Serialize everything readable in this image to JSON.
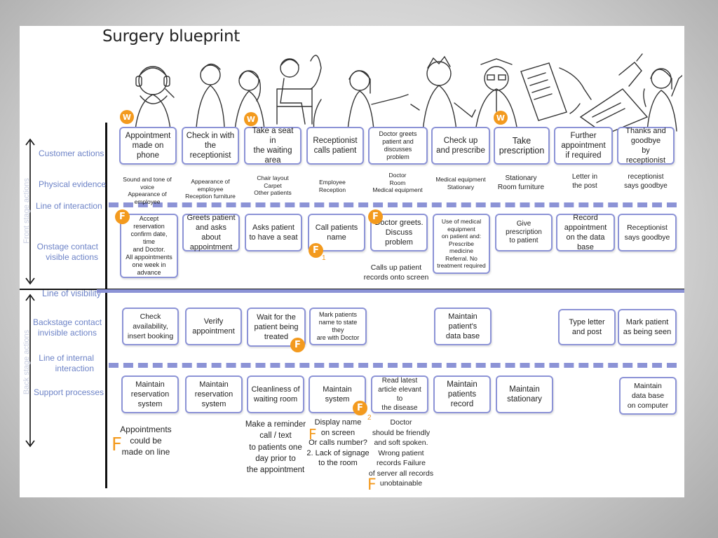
{
  "title": "Surgery blueprint",
  "side": {
    "front_stage": "Front stage actions",
    "back_stage": "Back stage actions",
    "customer_actions": "Customer actions",
    "physical_evidence": "Physical evidence",
    "line_of_interaction": "Line of interaction",
    "onstage_contact": "Onstage contact\nvisible actions",
    "line_of_visibility": "Line of visibility",
    "backstage_contact": "Backstage contact\ninvisible  actions",
    "line_of_internal_interaction": "Line of  internal\ninteraction",
    "support_processes": "Support processes"
  },
  "badges": {
    "w": "W",
    "f": "F",
    "f_num_1": "1",
    "f_num_2": "2"
  },
  "customer_actions": [
    "Appointment\nmade on phone",
    "Check in with\nthe receptionist",
    "Take a seat in\nthe waiting area",
    "Receptionist\ncalls patient",
    "Doctor greets\npatient and\ndiscusses problem",
    "Check up\nand prescribe",
    "Take\nprescription",
    "Further\nappointment\nif required",
    "Thanks and\ngoodbye\nby receptionist"
  ],
  "physical_evidence": [
    "Sound and tone of voice\nAppearance of employee",
    "Appearance of employee\nReception furniture",
    "Chair layout\nCarpet\nOther patients",
    "Employee\nReception",
    "Doctor\nRoom\nMedical equipment",
    "Medical equipment\nStationary",
    "Stationary\nRoom furniture",
    "Letter in\nthe post",
    "receptionist\nsays goodbye"
  ],
  "onstage": [
    "Accept reservation\nconfirm date, time\nand Doctor.\nAll appointments\none week in advance",
    "Greets patient\nand asks about\nappointment",
    "Asks patient\nto have a seat",
    "Call patients\nname",
    "Doctor greets.\nDiscuss problem",
    "Use of medical\nequipment\non patient and:\nPrescribe medicine\nReferral.  No\ntreatment required",
    "Give prescription\nto patient",
    "Record\nappointment\non the data base",
    "Receptionist\nsays goodbye"
  ],
  "onstage_note": "Calls up patient\nrecords onto screen",
  "backstage": [
    "Check availability,\ninsert booking",
    "Verify\nappointment",
    "Wait for the\npatient being\ntreated",
    "Mark patients\nname to state they\nare with Doctor",
    "Maintain\npatient's\ndata base",
    "Type letter\nand post",
    "Mark patient\nas being seen"
  ],
  "support": [
    "Maintain\nreservation\nsystem",
    "Maintain\nreservation\nsystem",
    "Cleanliness of\nwaiting room",
    "Maintain\nsystem",
    "Read latest\narticle elevant to\nthe disease",
    "Maintain\npatients\nrecord",
    "Maintain\nstationary",
    "Maintain\ndata base\non computer"
  ],
  "support_notes": [
    "Appointments\ncould be\nmade on line",
    "Make a reminder\ncall / text\nto patients one\nday prior to\nthe appointment",
    "Display name\non screen\nOr calls number?\n2.  Lack of signage\nto the room",
    "Doctor\nshould be friendly\nand soft spoken.\nWrong patient\nrecords Failure\nof server all records\nunobtainable"
  ]
}
